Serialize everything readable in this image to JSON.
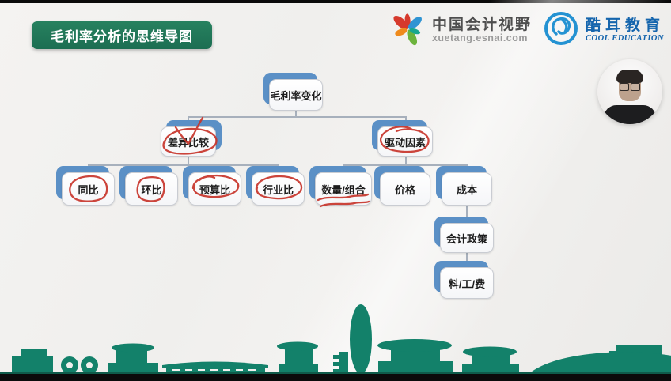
{
  "slide": {
    "title_badge": "毛利率分析的思维导图"
  },
  "header": {
    "esnai": {
      "icon": "esnai-flower-icon",
      "title": "中国会计视野",
      "subtitle": "xuetang.esnai.com"
    },
    "cool": {
      "icon": "cool-education-ring-icon",
      "title": "酷耳教育",
      "subtitle": "COOL EDUCATION"
    }
  },
  "presenter": {
    "description": "instructor webcam portrait, man with glasses in dark shirt"
  },
  "mindmap": {
    "nodes": [
      {
        "label": "毛利率变化"
      },
      {
        "label": "差异比较",
        "annotation": "red circle with check mark"
      },
      {
        "label": "驱动因素",
        "annotation": "red circle"
      },
      {
        "label": "同比",
        "annotation": "red circle"
      },
      {
        "label": "环比",
        "annotation": "red circle"
      },
      {
        "label": "预算比",
        "annotation": "red circle"
      },
      {
        "label": "行业比",
        "annotation": "red circle"
      },
      {
        "label": "数量/组合",
        "annotation": "red scribble underline"
      },
      {
        "label": "价格"
      },
      {
        "label": "成本"
      },
      {
        "label": "会计政策"
      },
      {
        "label": "料/工/费"
      }
    ],
    "edges": [
      {
        "from": "毛利率变化",
        "to": "差异比较"
      },
      {
        "from": "毛利率变化",
        "to": "驱动因素"
      },
      {
        "from": "差异比较",
        "to": "同比"
      },
      {
        "from": "差异比较",
        "to": "环比"
      },
      {
        "from": "差异比较",
        "to": "预算比"
      },
      {
        "from": "差异比较",
        "to": "行业比"
      },
      {
        "from": "驱动因素",
        "to": "数量/组合"
      },
      {
        "from": "驱动因素",
        "to": "价格"
      },
      {
        "from": "驱动因素",
        "to": "成本"
      },
      {
        "from": "成本",
        "to": "会计政策"
      },
      {
        "from": "会计政策",
        "to": "料/工/费"
      }
    ]
  },
  "colors": {
    "badge_green": "#1e7b5f",
    "node_shadow_blue": "#5b90c6",
    "annotation_red": "#c8352b",
    "skyline_teal": "#13816a",
    "cool_logo_blue": "#1565ad",
    "connector_gray": "#a7b0bc"
  }
}
